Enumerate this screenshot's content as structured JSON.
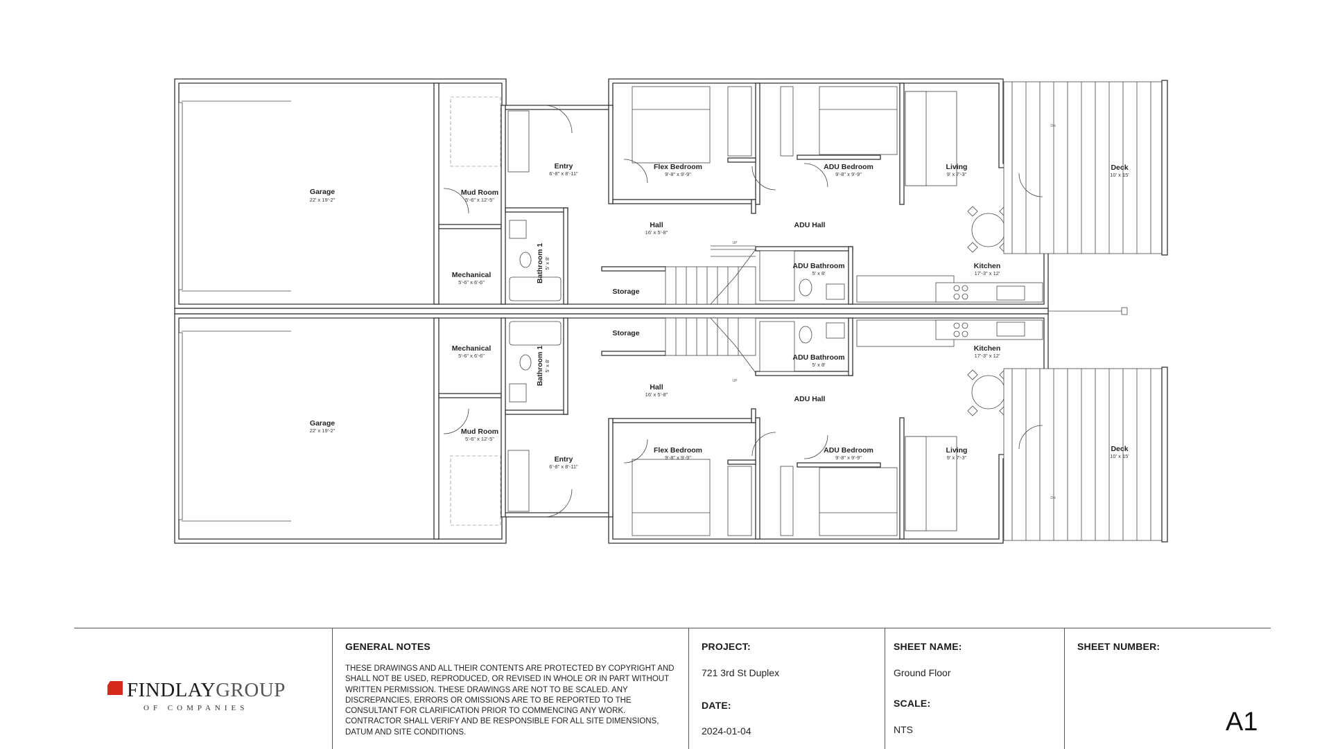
{
  "plan": {
    "upper_unit": {
      "garage": {
        "label": "Garage",
        "dim": "22' x 19'-2\""
      },
      "mud_room": {
        "label": "Mud Room",
        "dim": "5'-6\" x 12'-5\""
      },
      "mechanical": {
        "label": "Mechanical",
        "dim": "5'-6\" x 6'-6\""
      },
      "entry": {
        "label": "Entry",
        "dim": "6'-8\" x 8'-11\""
      },
      "bathroom": {
        "label": "Bathroom 1",
        "dim": "5' x 8'"
      },
      "hall": {
        "label": "Hall",
        "dim": "16' x 5'-8\""
      },
      "storage": {
        "label": "Storage"
      },
      "flex_bedroom": {
        "label": "Flex Bedroom",
        "dim": "9'-8\" x 9'-9\""
      },
      "adu_bedroom": {
        "label": "ADU Bedroom",
        "dim": "9'-8\" x 9'-9\""
      },
      "adu_hall": {
        "label": "ADU Hall"
      },
      "adu_bathroom": {
        "label": "ADU Bathroom",
        "dim": "5' x 8'"
      },
      "living": {
        "label": "Living",
        "dim": "9' x 7'-3\""
      },
      "kitchen": {
        "label": "Kitchen",
        "dim": "17'-3\" x 12'"
      },
      "deck": {
        "label": "Deck",
        "dim": "10' x 15'"
      },
      "stair_up": "UP",
      "stair_dn": "DN"
    },
    "lower_unit": {
      "garage": {
        "label": "Garage",
        "dim": "22' x 19'-2\""
      },
      "mud_room": {
        "label": "Mud Room",
        "dim": "5'-6\" x 12'-5\""
      },
      "mechanical": {
        "label": "Mechanical",
        "dim": "5'-6\" x 6'-6\""
      },
      "entry": {
        "label": "Entry",
        "dim": "6'-8\" x 8'-11\""
      },
      "bathroom": {
        "label": "Bathroom 1",
        "dim": "5' x 8'"
      },
      "hall": {
        "label": "Hall",
        "dim": "16' x 5'-8\""
      },
      "storage": {
        "label": "Storage"
      },
      "flex_bedroom": {
        "label": "Flex Bedroom",
        "dim": "9'-8\" x 9'-9\""
      },
      "adu_bedroom": {
        "label": "ADU Bedroom",
        "dim": "9'-8\" x 9'-9\""
      },
      "adu_hall": {
        "label": "ADU Hall"
      },
      "adu_bathroom": {
        "label": "ADU Bathroom",
        "dim": "5' x 8'"
      },
      "living": {
        "label": "Living",
        "dim": "9' x 7'-3\""
      },
      "kitchen": {
        "label": "Kitchen",
        "dim": "17'-3\" x 12'"
      },
      "deck": {
        "label": "Deck",
        "dim": "10' x 15'"
      },
      "stair_up": "UP",
      "stair_dn": "DN"
    }
  },
  "title_block": {
    "company_name_bold": "FINDLAY",
    "company_name_light": "GROUP",
    "company_tagline": "OF COMPANIES",
    "brand_color": "#d7281e",
    "notes_heading": "GENERAL NOTES",
    "notes_body": "THESE DRAWINGS AND ALL THEIR CONTENTS ARE PROTECTED BY COPYRIGHT AND SHALL NOT BE USED, REPRODUCED, OR REVISED IN WHOLE OR IN PART WITHOUT WRITTEN PERMISSION. THESE DRAWINGS ARE NOT TO BE SCALED. ANY DISCREPANCIES, ERRORS OR OMISSIONS ARE TO BE REPORTED TO THE CONSULTANT FOR CLARIFICATION PRIOR TO COMMENCING ANY WORK. CONTRACTOR SHALL VERIFY AND BE RESPONSIBLE FOR ALL SITE DIMENSIONS, DATUM AND SITE  CONDITIONS.",
    "project_heading": "PROJECT:",
    "project_value": "721 3rd St Duplex",
    "date_heading": "DATE:",
    "date_value": "2024-01-04",
    "sheet_name_heading": "SHEET NAME:",
    "sheet_name_value": "Ground Floor",
    "scale_heading": "SCALE:",
    "scale_value": "NTS",
    "sheet_number_heading": "SHEET NUMBER:",
    "sheet_number_value": "A1"
  }
}
